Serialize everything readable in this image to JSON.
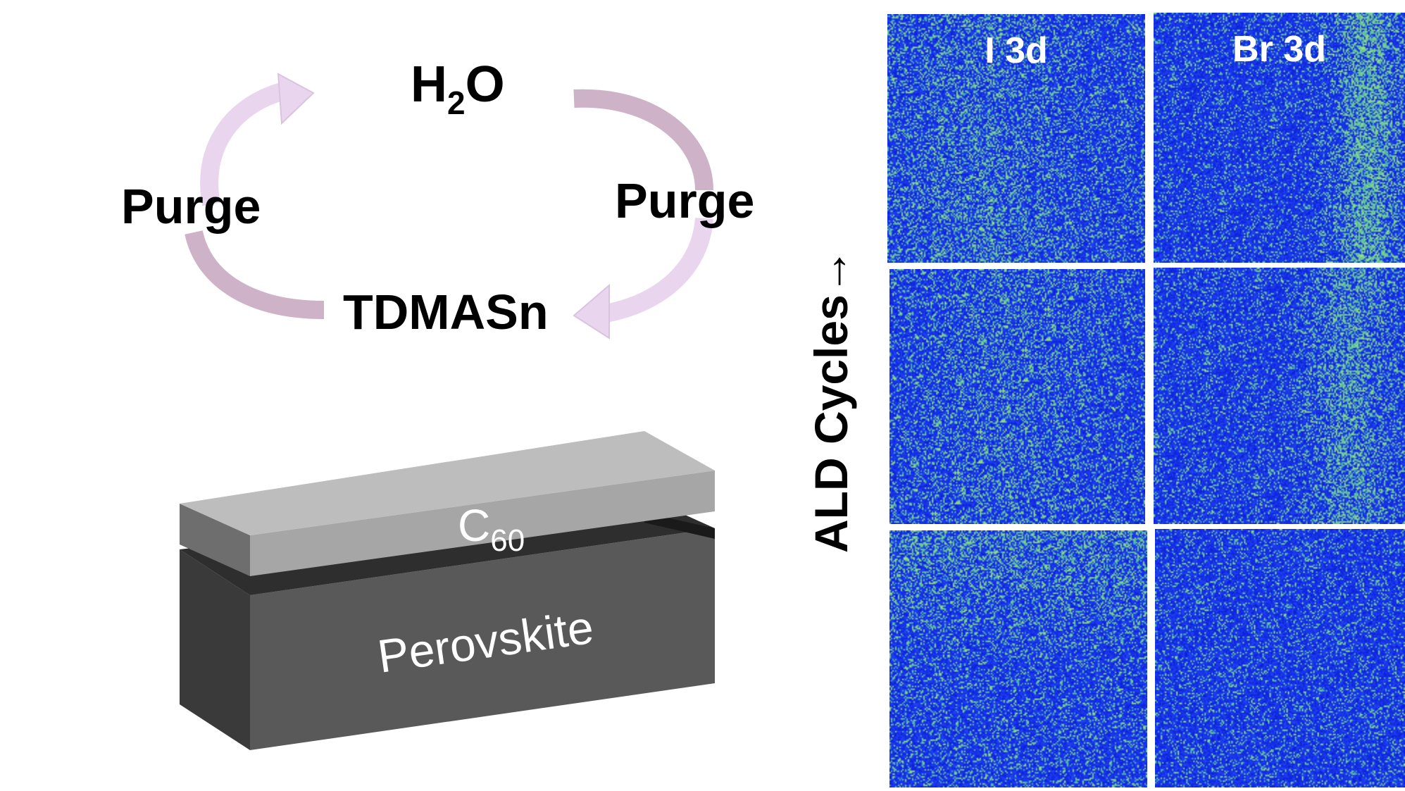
{
  "cycle": {
    "top": "H",
    "top_sub": "2",
    "top_tail": "O",
    "left": "Purge",
    "right": "Purge",
    "bottom": "TDMASn"
  },
  "device": {
    "top_layer": "C",
    "top_layer_sub": "60",
    "bottom_layer": "Perovskite"
  },
  "maps": {
    "axis_label": "ALD Cycles→",
    "col_titles": [
      "I 3d",
      "Br 3d"
    ]
  },
  "colors": {
    "arrow_fill": "#e9d6ee",
    "arrow_stroke": "#c9b0d2",
    "map_base": "#1028e6",
    "map_speck": "#8fe07a",
    "c60_face": "#a6a6a6",
    "perovskite_face": "#595959"
  }
}
